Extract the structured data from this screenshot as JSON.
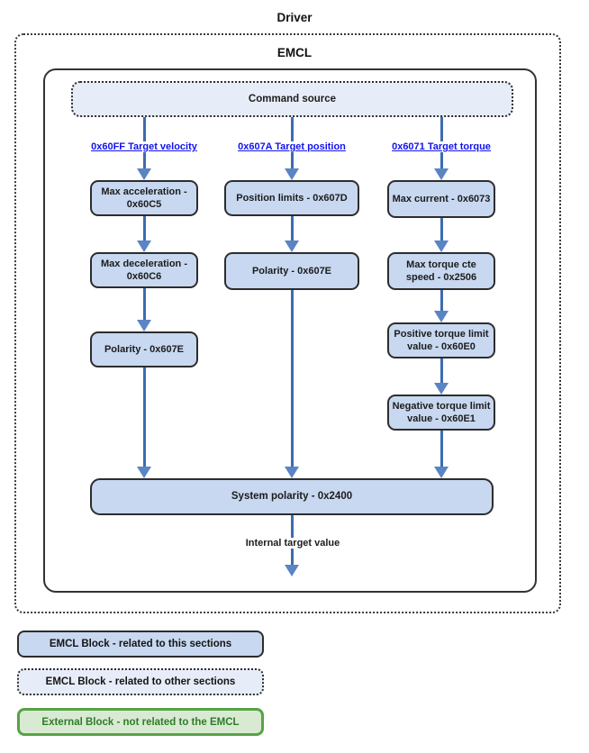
{
  "diagram": {
    "title": "Driver",
    "container_label": "EMCL",
    "command_source": "Command source",
    "links": {
      "target_velocity": "0x60FF Target velocity",
      "target_position": "0x607A Target position",
      "target_torque": "0x6071 Target torque"
    },
    "velocity_path": {
      "max_acceleration": "Max acceleration - 0x60C5",
      "max_deceleration": "Max deceleration - 0x60C6",
      "polarity": "Polarity - 0x607E"
    },
    "position_path": {
      "position_limits": "Position limits - 0x607D",
      "polarity": "Polarity - 0x607E"
    },
    "torque_path": {
      "max_current": "Max current - 0x6073",
      "max_torque_cte_speed": "Max torque cte speed - 0x2506",
      "positive_torque_limit": "Positive torque limit value - 0x60E0",
      "negative_torque_limit": "Negative torque limit value - 0x60E1"
    },
    "system_polarity": "System polarity - 0x2400",
    "output_label": "Internal target value"
  },
  "legend": {
    "items": [
      {
        "label": "EMCL Block - related to this sections",
        "style": "emcl-current-section",
        "fill": "#c7d8f0",
        "border_style": "solid"
      },
      {
        "label": "EMCL Block - related to other sections",
        "style": "emcl-other-section",
        "fill": "#e7edf8",
        "border_style": "dotted"
      },
      {
        "label": "External Block - not related to the EMCL",
        "style": "external",
        "fill": "#d9ead3",
        "border_style": "solid"
      }
    ]
  },
  "colors": {
    "block_fill": "#c7d8f0",
    "block_border": "#2d2d2d",
    "light_block_fill": "#e7edf8",
    "arrow_shaft": "#3d6cb1",
    "arrow_head": "#5b84c4",
    "link_text": "#1212ee",
    "external_fill": "#d9ead3",
    "external_border": "#57a346",
    "external_text": "#2e7d27"
  }
}
